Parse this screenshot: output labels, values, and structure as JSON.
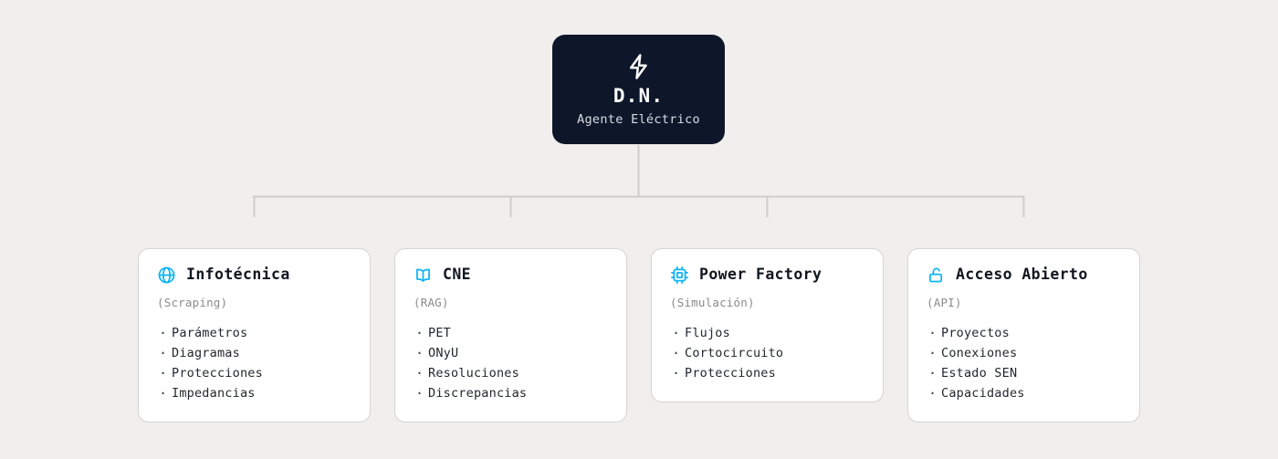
{
  "palette": {
    "background": "#f0efed",
    "root_bg": "#0e1729",
    "card_bg": "#ffffff",
    "card_border": "#d6d4d1",
    "connector": "#cfcdca",
    "accent_icon": "#0db5f5",
    "title_text": "#11161f",
    "muted_text": "#8b8b8b"
  },
  "root": {
    "icon": "lightning-bolt-icon",
    "title": "D.N.",
    "subtitle": "Agente Eléctrico"
  },
  "cards": [
    {
      "icon": "globe-icon",
      "title": "Infotécnica",
      "subtitle": "(Scraping)",
      "items": [
        "Parámetros",
        "Diagramas",
        "Protecciones",
        "Impedancias"
      ]
    },
    {
      "icon": "book-icon",
      "title": "CNE",
      "subtitle": "(RAG)",
      "items": [
        "PET",
        "ONyU",
        "Resoluciones",
        "Discrepancias"
      ]
    },
    {
      "icon": "cpu-chip-icon",
      "title": "Power Factory",
      "subtitle": "(Simulación)",
      "items": [
        "Flujos",
        "Cortocircuito",
        "Protecciones"
      ]
    },
    {
      "icon": "unlocked-padlock-icon",
      "title": "Acceso Abierto",
      "subtitle": "(API)",
      "items": [
        "Proyectos",
        "Conexiones",
        "Estado SEN",
        "Capacidades"
      ]
    }
  ]
}
